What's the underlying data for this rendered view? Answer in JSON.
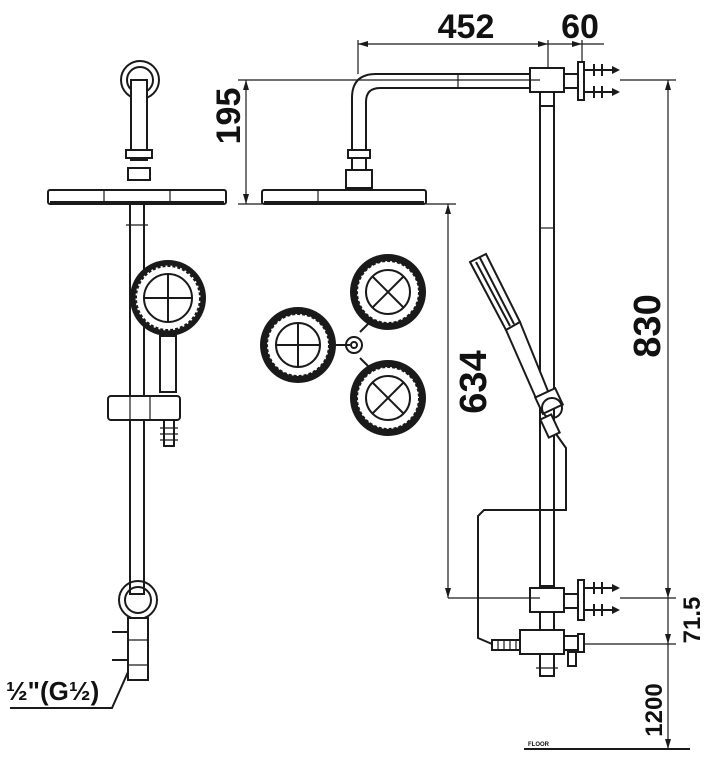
{
  "dimensions": {
    "arm_length": "452",
    "wall_offset": "60",
    "head_drop": "195",
    "head_to_valve": "634",
    "total_height": "830",
    "inlet_spacing": "71.5",
    "floor_height": "1200"
  },
  "inlet_thread": "½\"(G½)",
  "floor_label": "FLOOR"
}
